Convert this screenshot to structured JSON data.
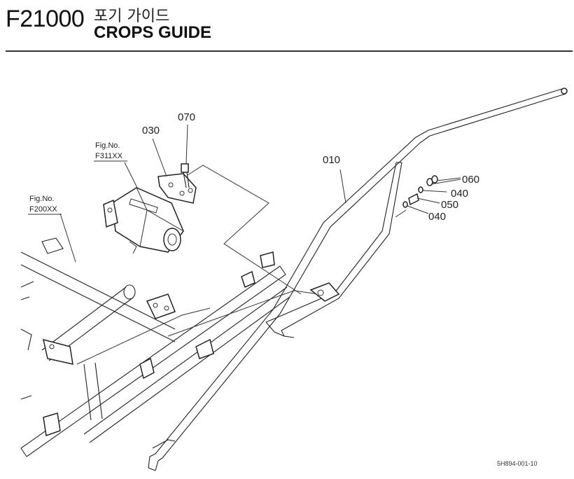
{
  "header": {
    "code": "F21000",
    "title_ko": "포기 가이드",
    "title_en": "CROPS GUIDE"
  },
  "parts": [
    {
      "no": "010"
    },
    {
      "no": "030"
    },
    {
      "no": "040"
    },
    {
      "no": "040"
    },
    {
      "no": "050"
    },
    {
      "no": "060"
    },
    {
      "no": "070"
    }
  ],
  "figure_refs": [
    {
      "label": "Fig.No.",
      "code": "F311XX"
    },
    {
      "label": "Fig.No.",
      "code": "F200XX"
    }
  ],
  "drawing_ref": "5H894-001-10"
}
